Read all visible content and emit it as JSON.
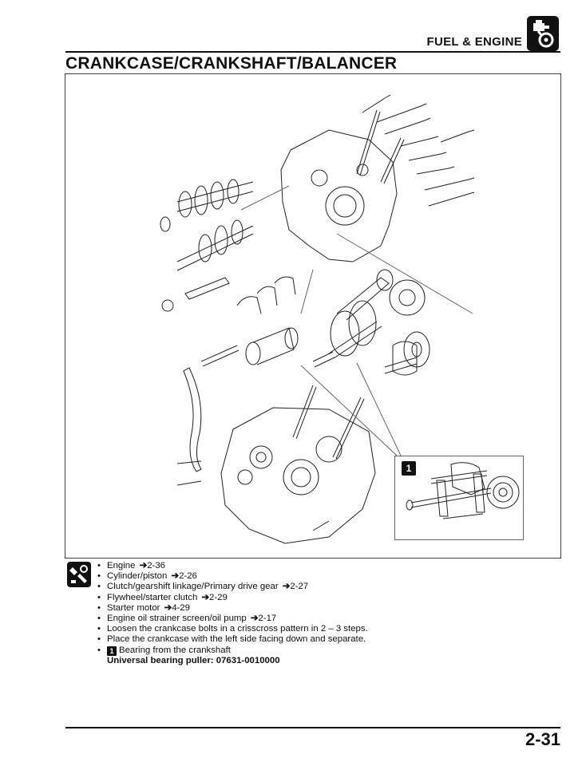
{
  "header": {
    "section": "FUEL & ENGINE",
    "icon": "engine-tab-icon"
  },
  "page": {
    "title": "CRANKCASE/CRANKSHAFT/BALANCER",
    "number": "2-31"
  },
  "figure": {
    "callout_number": "1"
  },
  "procedure": {
    "icon": "tools-icon",
    "steps": [
      {
        "text": "Engine",
        "ref": "2-36"
      },
      {
        "text": "Cylinder/piston",
        "ref": "2-26"
      },
      {
        "text": "Clutch/gearshift linkage/Primary drive gear",
        "ref": "2-27"
      },
      {
        "text": "Flywheel/starter clutch",
        "ref": "2-29"
      },
      {
        "text": "Starter motor",
        "ref": "4-29"
      },
      {
        "text": "Engine oil strainer screen/oil pump",
        "ref": "2-17"
      },
      {
        "text": "Loosen the crankcase bolts in a crisscross pattern in 2 – 3 steps."
      },
      {
        "text": "Place the crankcase with the left side facing down and separate."
      },
      {
        "text": "Bearing from the crankshaft",
        "badge": "1"
      }
    ],
    "tool": "Universal bearing puller: 07631-0010000"
  }
}
